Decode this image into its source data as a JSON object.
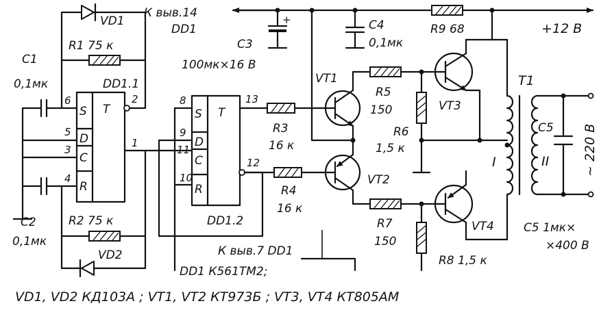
{
  "labels": {
    "vd1": "VD1",
    "vd2": "VD2",
    "r1": "R1  75 к",
    "r2": "R2  75 к",
    "c1_name": "C1",
    "c1_val": "0,1мк",
    "c2_name": "C2",
    "c2_val": "0,1мк",
    "dd11": "DD1.1",
    "dd12": "DD1.2",
    "to_pin14_a": "К выв.14",
    "to_pin14_b": "DD1",
    "c3_name": "C3",
    "c3_val": "100мк×16 В",
    "c4_name": "C4",
    "c4_val": "0,1мк",
    "r9": "R9  68",
    "supply": "+12 В",
    "vt1": "VT1",
    "vt2": "VT2",
    "vt3": "VT3",
    "vt4": "VT4",
    "r3_name": "R3",
    "r3_val": "16 к",
    "r4_name": "R4",
    "r4_val": "16 к",
    "r5_name": "R5",
    "r5_val": "150",
    "r6_name": "R6",
    "r6_val": "1,5 к",
    "r7_name": "R7",
    "r7_val": "150",
    "r8": "R8  1,5 к",
    "t1": "T1",
    "c5_name": "C5",
    "wind1": "I",
    "wind2": "II",
    "mains": "~ 220 В",
    "c5_spec_a": "C5  1мк×",
    "c5_spec_b": "×400 В",
    "to_pin7": "К выв.7 DD1",
    "chip": "DD1  К561ТМ2;",
    "footer": "VD1, VD2    КД103А ;   VT1, VT2    КТ973Б ;   VT3, VT4  КТ805АМ"
  },
  "pins": {
    "p6": "6",
    "p5": "5",
    "p3": "3",
    "p4": "4",
    "p2": "2",
    "p1": "1",
    "p8": "8",
    "p9": "9",
    "p11": "11",
    "p10": "10",
    "p13": "13",
    "p12": "12",
    "S": "S",
    "T": "T",
    "D": "D",
    "C": "C",
    "R": "R"
  }
}
